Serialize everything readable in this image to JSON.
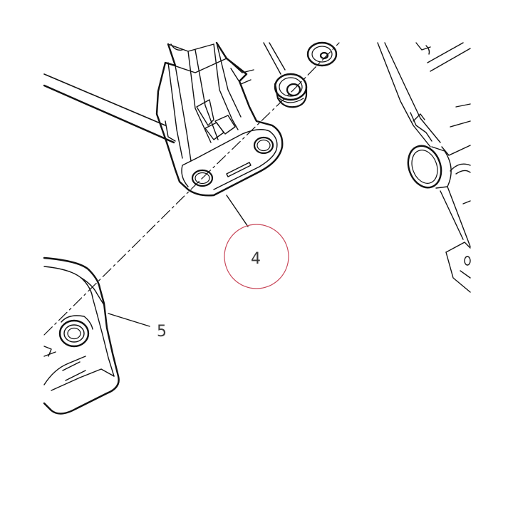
{
  "diagram": {
    "callouts": [
      {
        "id": "4",
        "label": "4",
        "highlighted": true
      },
      {
        "id": "5",
        "label": "5",
        "highlighted": false
      }
    ],
    "colors": {
      "line": "#111111",
      "highlight_circle": "#c8485a",
      "label_text": "#3a3a3a"
    }
  }
}
